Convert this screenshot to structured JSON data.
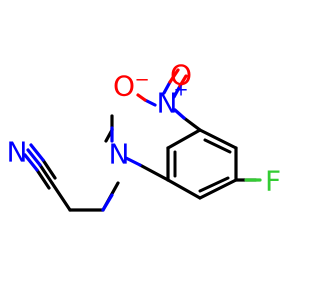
{
  "molecule": {
    "atoms": {
      "nitrile_n": {
        "symbol": "N",
        "color": "#0000ff"
      },
      "amine_n": {
        "symbol": "N",
        "color": "#0000ff"
      },
      "nitro_n": {
        "symbol": "N",
        "color": "#0000ff",
        "charge": "+"
      },
      "nitro_o": {
        "symbol": "O",
        "color": "#ff0000",
        "charge": "−"
      },
      "fluorine": {
        "symbol": "F",
        "color": "#33cc33"
      }
    },
    "colors": {
      "bond": "#000000",
      "nitrogen": "#0000ff",
      "oxygen": "#ff0000",
      "fluorine": "#33cc33"
    }
  }
}
